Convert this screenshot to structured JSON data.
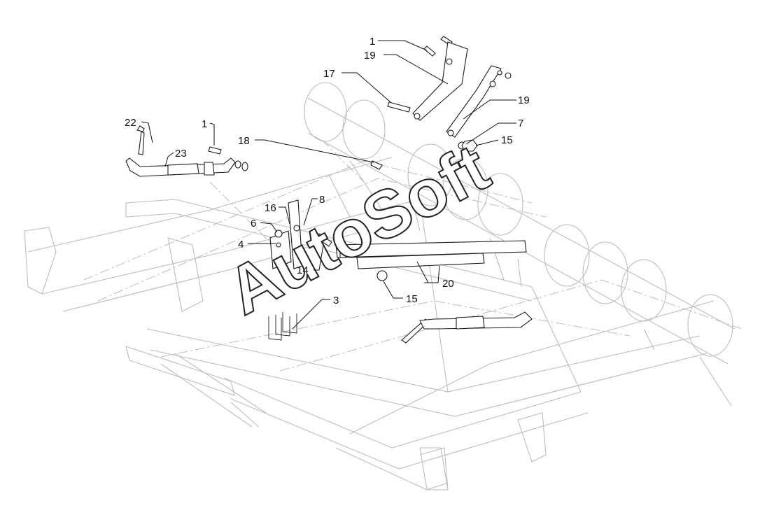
{
  "diagram": {
    "callouts": [
      {
        "id": "1a",
        "text": "1"
      },
      {
        "id": "19a",
        "text": "19"
      },
      {
        "id": "17",
        "text": "17"
      },
      {
        "id": "19b",
        "text": "19"
      },
      {
        "id": "7",
        "text": "7"
      },
      {
        "id": "15a",
        "text": "15"
      },
      {
        "id": "22",
        "text": "22"
      },
      {
        "id": "1b",
        "text": "1"
      },
      {
        "id": "23",
        "text": "23"
      },
      {
        "id": "18",
        "text": "18"
      },
      {
        "id": "16",
        "text": "16"
      },
      {
        "id": "8",
        "text": "8"
      },
      {
        "id": "6",
        "text": "6"
      },
      {
        "id": "4",
        "text": "4"
      },
      {
        "id": "14",
        "text": "14"
      },
      {
        "id": "20",
        "text": "20"
      },
      {
        "id": "15b",
        "text": "15"
      },
      {
        "id": "3",
        "text": "3"
      }
    ],
    "watermark": "AutoSoft"
  }
}
